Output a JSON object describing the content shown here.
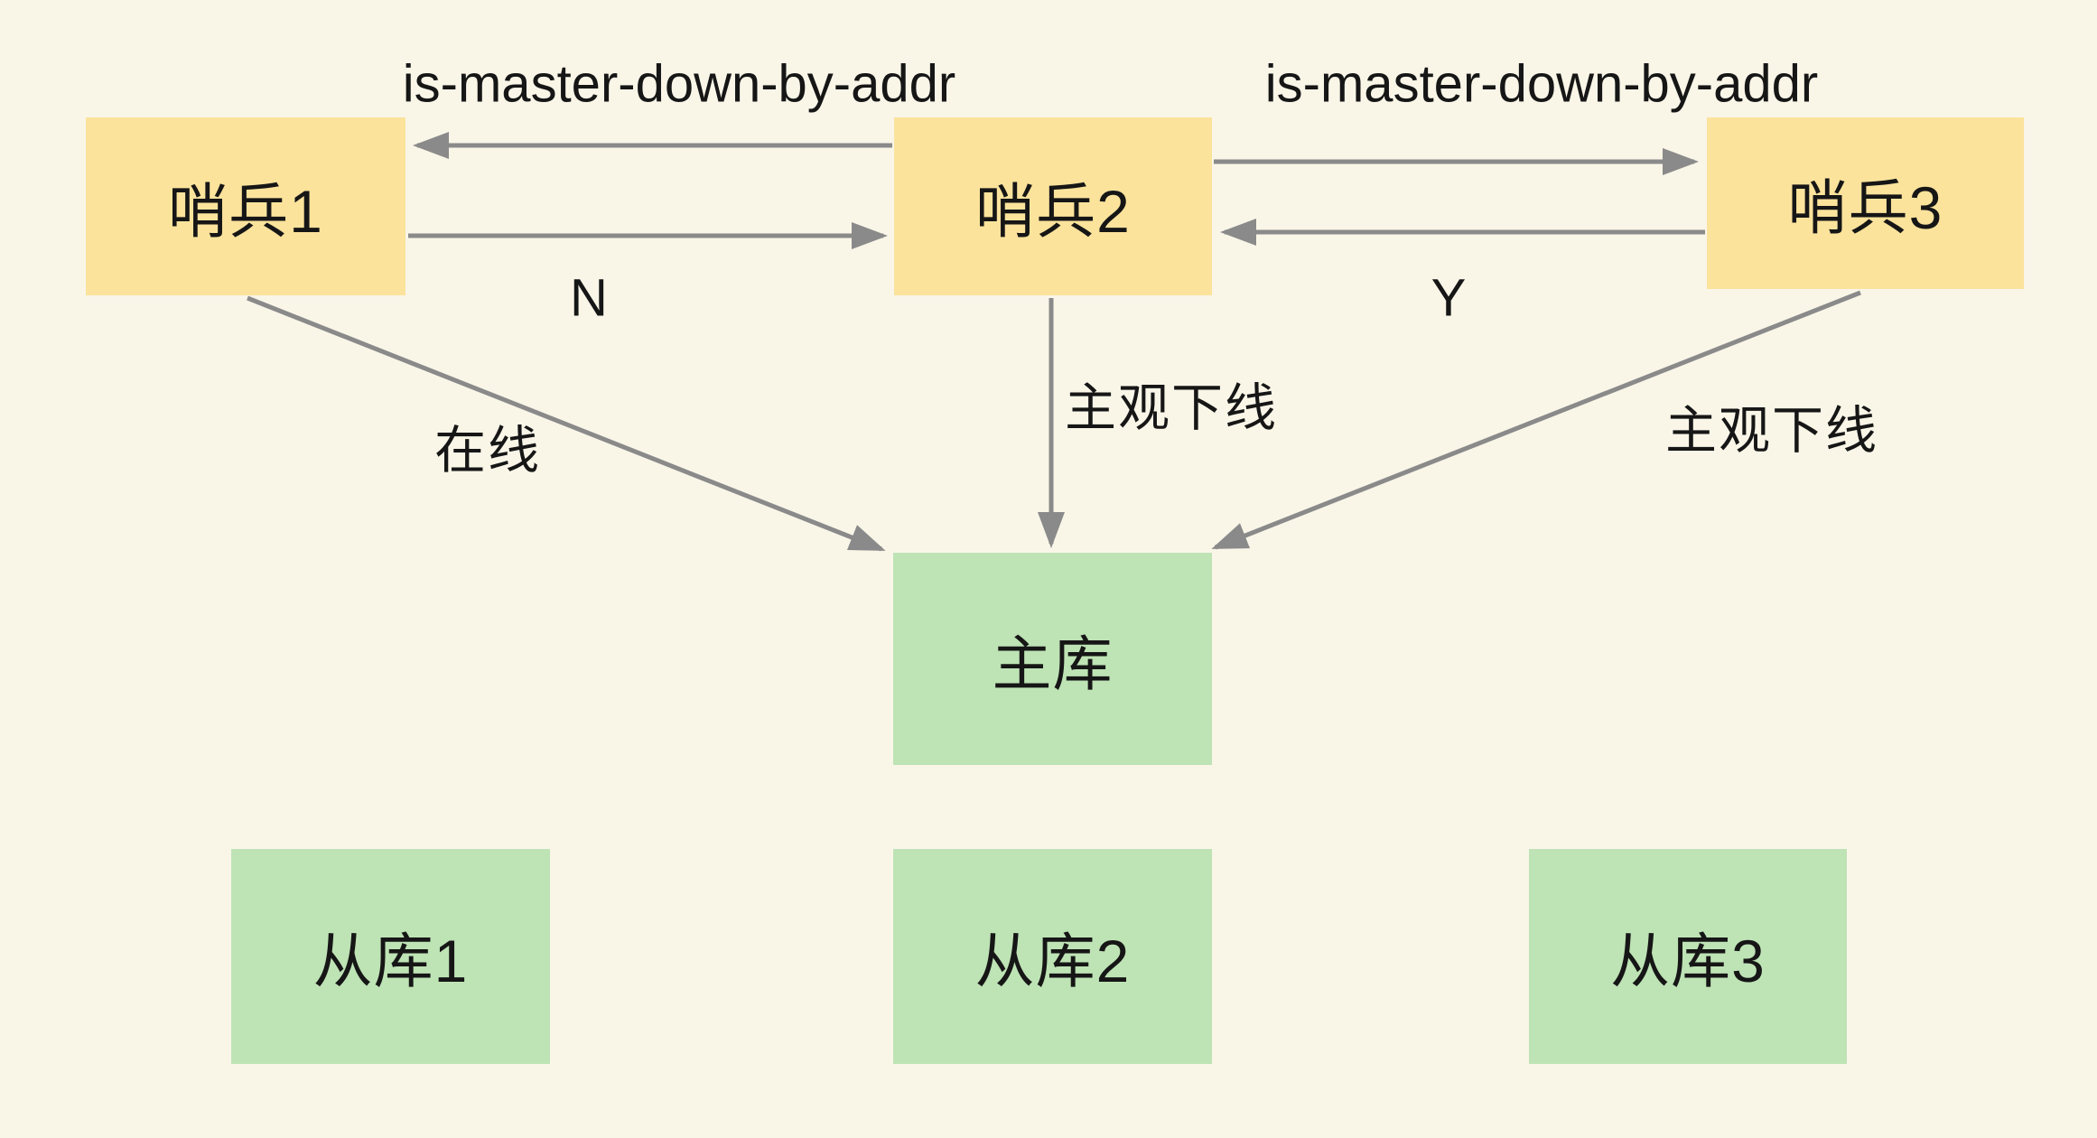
{
  "diagram": {
    "type": "flow-diagram",
    "colors": {
      "background": "#F9F6E8",
      "sentinel_fill": "#FBE39C",
      "db_fill": "#BEE3B5",
      "arrow": "#8A8A8A",
      "text": "#161616"
    },
    "nodes": {
      "sentinel1": {
        "label": "哨兵1"
      },
      "sentinel2": {
        "label": "哨兵2"
      },
      "sentinel3": {
        "label": "哨兵3"
      },
      "master": {
        "label": "主库"
      },
      "slave1": {
        "label": "从库1"
      },
      "slave2": {
        "label": "从库2"
      },
      "slave3": {
        "label": "从库3"
      }
    },
    "edges": {
      "s2_to_s1": {
        "from": "sentinel2",
        "to": "sentinel1",
        "label": "is-master-down-by-addr"
      },
      "s1_to_s2": {
        "from": "sentinel1",
        "to": "sentinel2",
        "label": "N"
      },
      "s2_to_s3": {
        "from": "sentinel2",
        "to": "sentinel3",
        "label": "is-master-down-by-addr"
      },
      "s3_to_s2": {
        "from": "sentinel3",
        "to": "sentinel2",
        "label": "Y"
      },
      "s1_to_master": {
        "from": "sentinel1",
        "to": "master",
        "label": "在线"
      },
      "s2_to_master": {
        "from": "sentinel2",
        "to": "master",
        "label": "主观下线"
      },
      "s3_to_master": {
        "from": "sentinel3",
        "to": "master",
        "label": "主观下线"
      }
    }
  }
}
